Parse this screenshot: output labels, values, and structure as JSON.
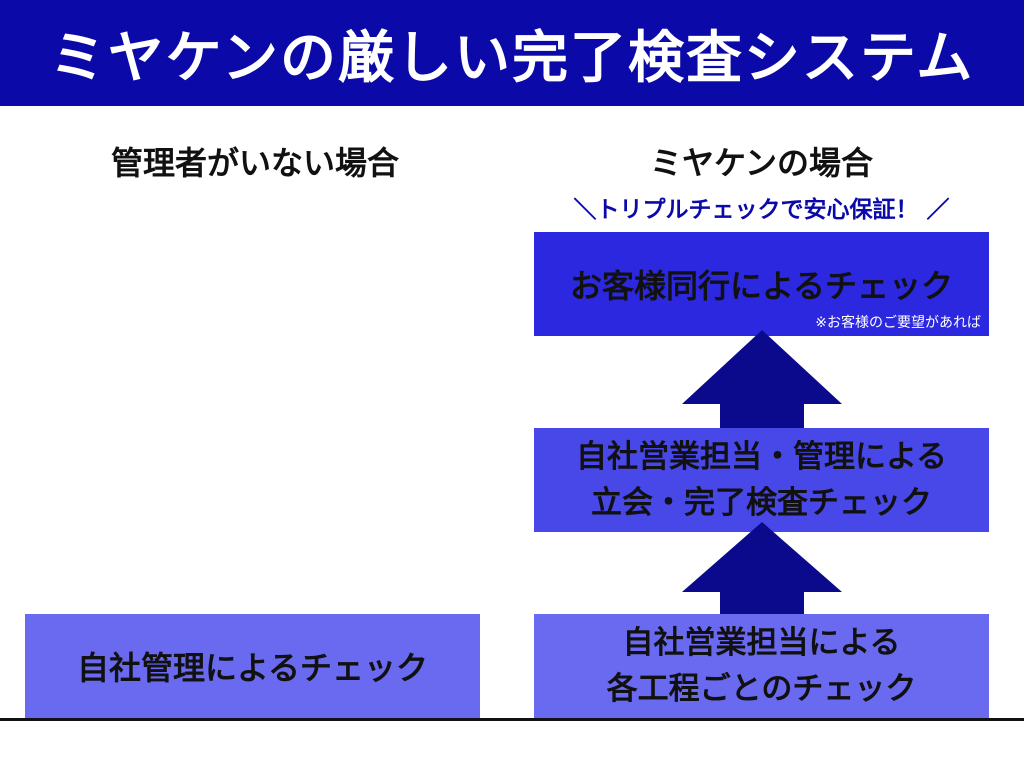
{
  "title": "ミヤケンの厳しい完了検査システム",
  "left_column": {
    "heading": "管理者がいない場合",
    "box": "自社管理によるチェック"
  },
  "right_column": {
    "heading": "ミヤケンの場合",
    "tagline": "＼トリプルチェックで安心保証！ ／",
    "levels": [
      {
        "line1": "お客様同行によるチェック",
        "note": "※お客様のご要望があれば"
      },
      {
        "line1": "自社営業担当・管理による",
        "line2": "立会・完了検査チェック"
      },
      {
        "line1": "自社営業担当による",
        "line2": "各工程ごとのチェック"
      }
    ]
  },
  "colors": {
    "banner": "#0b0aa8",
    "level_top": "#2b28e0",
    "level_mid": "#4847e8",
    "level_bottom": "#6a6af0",
    "arrow": "#0b0a8c"
  }
}
